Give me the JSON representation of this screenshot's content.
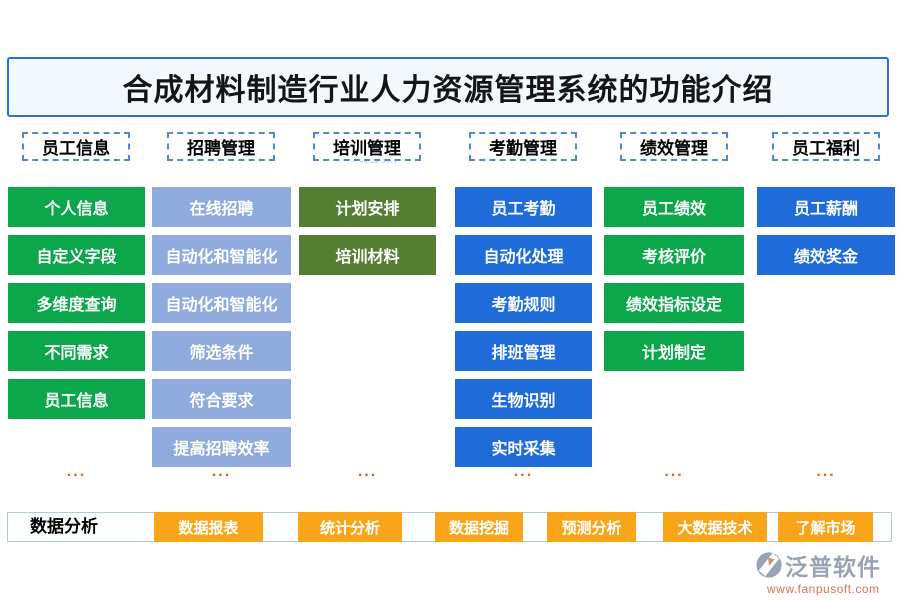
{
  "title": "合成材料制造行业人力资源管理系统的功能介绍",
  "colors": {
    "green": "#0ca64b",
    "periwinkle": "#8faadc",
    "olive": "#547f33",
    "blue": "#1f6bd9",
    "orange": "#f9a51a",
    "ellipsis_orange": "#e55e1e",
    "title_border": "#2c6fd3",
    "title_background": "#f3f8fd",
    "header_dashed_border": "#4f86d8",
    "bottom_bar_border": "#b2c6e8",
    "brand_gray": "#99a3b2",
    "url_orange": "#e4714e"
  },
  "columns": [
    {
      "header": "员工信息",
      "color": "green",
      "items": [
        "个人信息",
        "自定义字段",
        "多维度查询",
        "不同需求",
        "员工信息"
      ],
      "more": "..."
    },
    {
      "header": "招聘管理",
      "color": "periwinkle",
      "items": [
        "在线招聘",
        "自动化和智能化",
        "自动化和智能化",
        "筛选条件",
        "符合要求",
        "提高招聘效率"
      ],
      "more": "..."
    },
    {
      "header": "培训管理",
      "color": "olive",
      "items": [
        "计划安排",
        "培训材料"
      ],
      "more": "..."
    },
    {
      "header": "考勤管理",
      "color": "blue",
      "items": [
        "员工考勤",
        "自动化处理",
        "考勤规则",
        "排班管理",
        "生物识别",
        "实时采集"
      ],
      "more": "..."
    },
    {
      "header": "绩效管理",
      "color": "green",
      "items": [
        "员工绩效",
        "考核评价",
        "绩效指标设定",
        "计划制定"
      ],
      "more": "..."
    },
    {
      "header": "员工福利",
      "color": "blue",
      "items": [
        "员工薪酬",
        "绩效奖金"
      ],
      "more": "..."
    }
  ],
  "bottom": {
    "label": "数据分析",
    "items": [
      "数据报表",
      "统计分析",
      "数据挖掘",
      "预测分析",
      "大数据技术",
      "了解市场"
    ]
  },
  "footer": {
    "brand": "泛普软件",
    "url": "www.fanpusoft.com"
  },
  "watermark": "泛普软件"
}
